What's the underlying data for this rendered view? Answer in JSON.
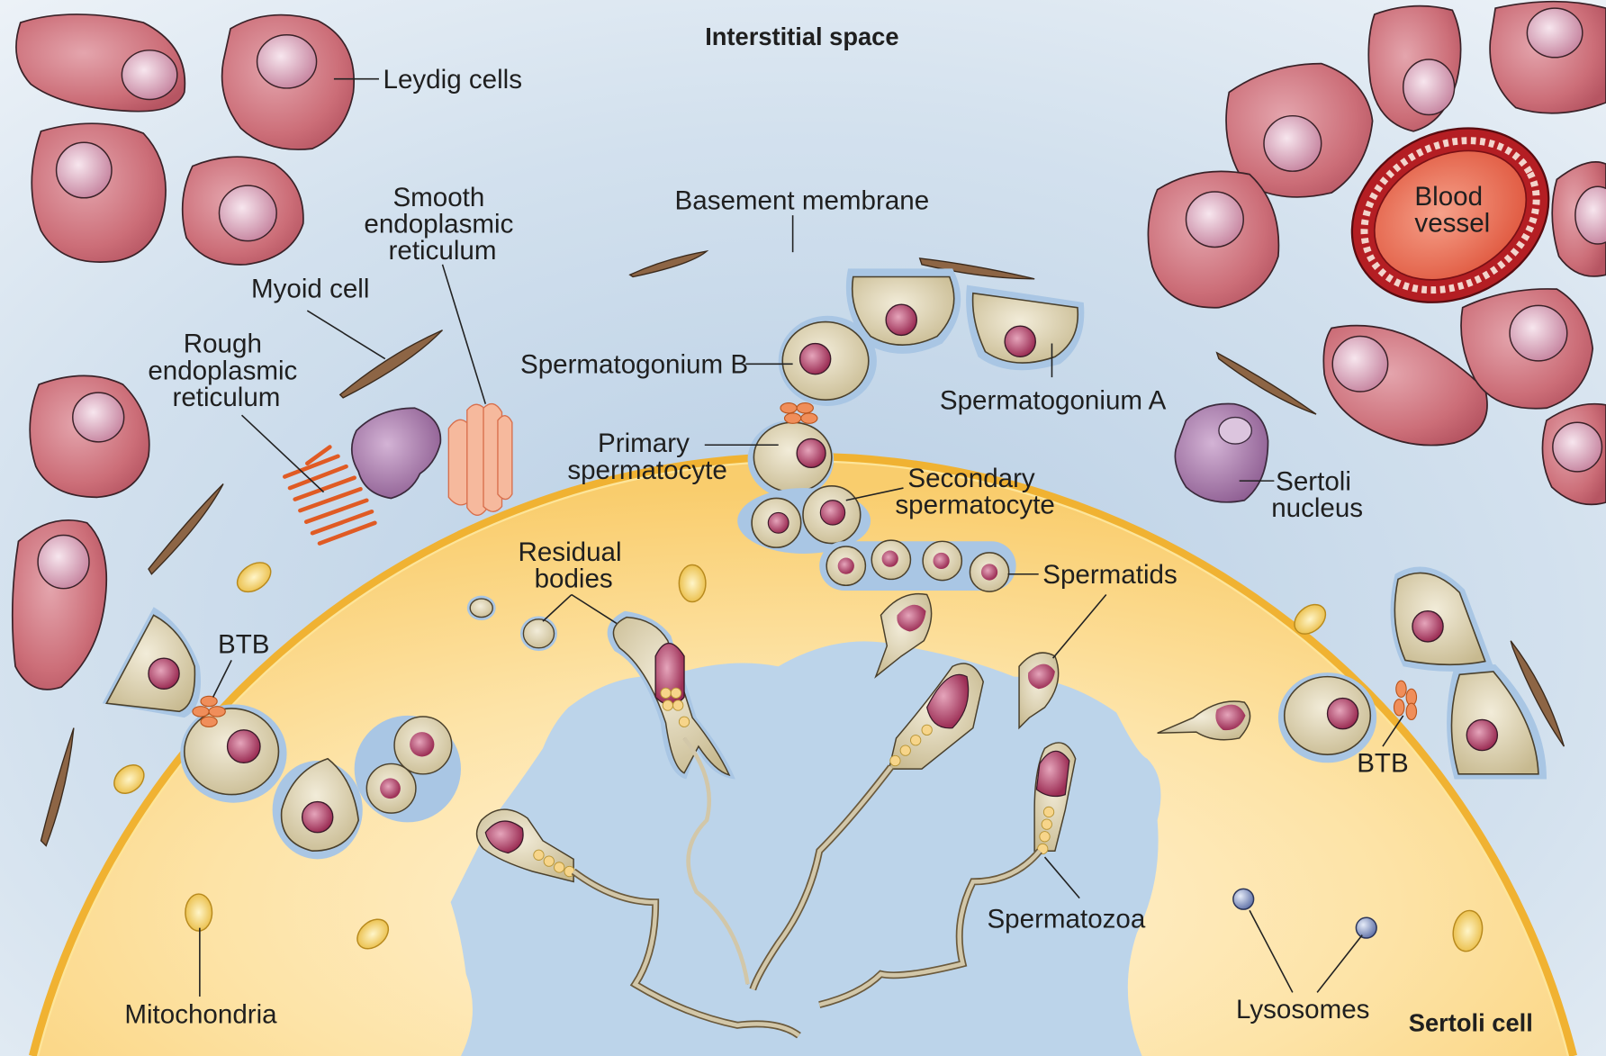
{
  "labels": {
    "interstitial_space": "Interstitial space",
    "leydig_cells": "Leydig cells",
    "basement_membrane": "Basement membrane",
    "smooth_er": [
      "Smooth",
      "endoplasmic",
      "reticulum"
    ],
    "myoid_cell": "Myoid cell",
    "rough_er": [
      "Rough",
      "endoplasmic",
      "reticulum"
    ],
    "blood_vessel": [
      "Blood",
      "vessel"
    ],
    "spermatogonium_b": "Spermatogonium B",
    "spermatogonium_a": "Spermatogonium A",
    "primary_spermatocyte": [
      "Primary",
      "spermatocyte"
    ],
    "secondary_spermatocyte": [
      "Secondary",
      "spermatocyte"
    ],
    "sertoli_nucleus": [
      "Sertoli",
      "nucleus"
    ],
    "residual_bodies": [
      "Residual",
      "bodies"
    ],
    "spermatids": "Spermatids",
    "btb_left": "BTB",
    "btb_right": "BTB",
    "spermatozoa": "Spermatozoa",
    "mitochondria": "Mitochondria",
    "lysosomes": "Lysosomes",
    "sertoli_cell": "Sertoli cell"
  },
  "colors": {
    "background": "#dde8f2",
    "sertoli_cytoplasm": "#fbd583",
    "basement_membrane": "#f2b437",
    "leydig_cell": "#c4606c",
    "leydig_nucleus": "#e5b8c8",
    "germ_cell": "#d2c7a9",
    "germ_nucleus": "#a33c5e",
    "sertoli_nucleus": "#a577a7",
    "blood_vessel_wall": "#b41e23",
    "lumen": "#c3d8ec",
    "myoid_cell": "#8d6545",
    "rough_er": "#f27c43",
    "smooth_er": "#f3a381",
    "mitochondria": "#eac03d",
    "lysosome": "#7f94c7",
    "junction": "#f08e5a"
  }
}
